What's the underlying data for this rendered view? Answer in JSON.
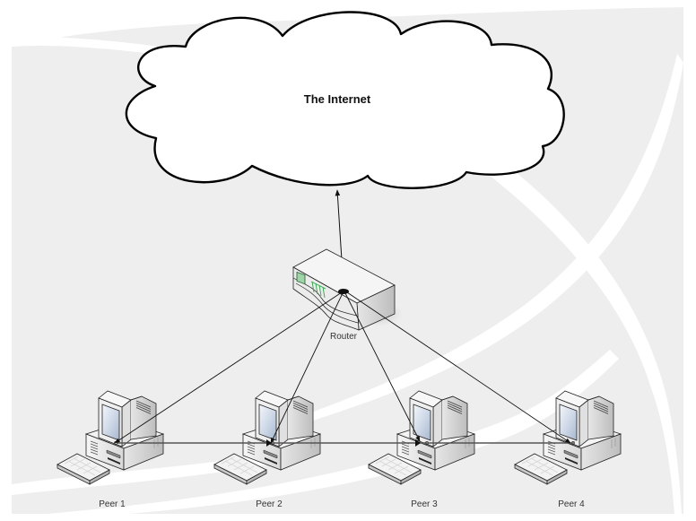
{
  "diagram": {
    "title": "Peer-to-peer network behind a router",
    "colors": {
      "panel": "#eeeeee",
      "arc": "#ffffff",
      "cloud_fill": "#ffffff",
      "cloud_stroke": "#000000",
      "link": "#111111",
      "lan_link": "#555555",
      "router_led": "#2fa84a"
    },
    "nodes": {
      "internet": {
        "label": "The Internet",
        "type": "cloud"
      },
      "router": {
        "label": "Router",
        "type": "router"
      },
      "peers": [
        {
          "id": "peer1",
          "label": "Peer 1",
          "type": "pc"
        },
        {
          "id": "peer2",
          "label": "Peer 2",
          "type": "pc"
        },
        {
          "id": "peer3",
          "label": "Peer 3",
          "type": "pc"
        },
        {
          "id": "peer4",
          "label": "Peer 4",
          "type": "pc"
        }
      ]
    },
    "edges": [
      {
        "from": "internet",
        "to": "router",
        "style": "double-arrow"
      },
      {
        "from": "router",
        "to": "peer1",
        "style": "arrow"
      },
      {
        "from": "router",
        "to": "peer2",
        "style": "arrow"
      },
      {
        "from": "router",
        "to": "peer3",
        "style": "arrow"
      },
      {
        "from": "router",
        "to": "peer4",
        "style": "arrow"
      },
      {
        "from": "peer1",
        "to": "peer4",
        "style": "lan-bus"
      }
    ]
  }
}
